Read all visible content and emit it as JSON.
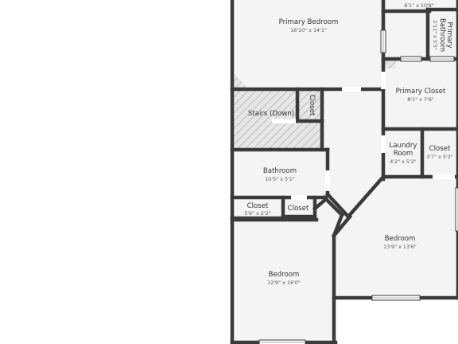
{
  "plan": {
    "rooms": {
      "top_right": {
        "dims": "8'1\" x 10'8\""
      },
      "primary_bedroom": {
        "name": "Primary Bedroom",
        "dims": "16'10\" x 14'1\""
      },
      "primary_bathroom": {
        "name_line1": "Primary",
        "name_line2": "Bathroom",
        "dims": "2'11\" x 5'5\""
      },
      "primary_closet": {
        "name": "Primary Closet",
        "dims": "8'1\" x 7'6\""
      },
      "stairs": {
        "name": "Stairs (Down)"
      },
      "closet_stairs": {
        "name": "Closet"
      },
      "laundry": {
        "name_line1": "Laundry",
        "name_line2": "Room",
        "dims": "4'2\" x 5'2\""
      },
      "closet_laundry": {
        "name": "Closet",
        "dims": "3'7\" x 5'2\""
      },
      "bathroom": {
        "name": "Bathroom",
        "dims": "10'5\" x 5'1\""
      },
      "closet_left": {
        "name": "Closet",
        "dims": "5'6\" x 2'2\""
      },
      "closet_small": {
        "name": "Closet"
      },
      "bedroom_right": {
        "name": "Bedroom",
        "dims": "13'9\" x 13'6\""
      },
      "bedroom_left": {
        "name": "Bedroom",
        "dims": "12'9\" x 16'0\""
      }
    },
    "colors": {
      "wall": "#3a3a3a",
      "floor": "#f4f4f4",
      "window": "#a9a9a9",
      "stairs_hatch": "#9a9a9a"
    }
  }
}
